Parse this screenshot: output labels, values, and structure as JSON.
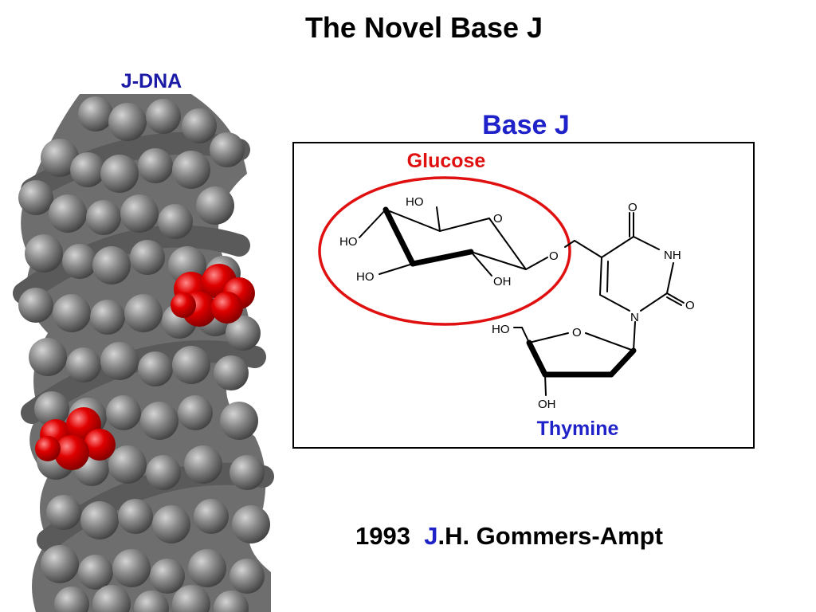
{
  "slide": {
    "title": "The Novel Base J",
    "dna_label": "J-DNA",
    "basej_heading": "Base J",
    "glucose_label": "Glucose",
    "thymine_label": "Thymine",
    "citation_year": "1993",
    "citation_j": "J",
    "citation_rest": ".H. Gommers-Ampt"
  },
  "atoms": {
    "ho_top": "HO",
    "ho_left": "HO",
    "ho_bottom": "HO",
    "oh_ring": "OH",
    "o_ring": "O",
    "o_link": "O",
    "o_carbonyl_top": "O",
    "nh": "NH",
    "o_carbonyl_right": "O",
    "n_ring": "N",
    "ho_sugar": "HO",
    "o_sugar": "O",
    "oh_sugar": "OH"
  },
  "colors": {
    "title": "#000000",
    "blue_label": "#1a1aa6",
    "heading_blue": "#1f22c8",
    "glucose_red": "#e01010",
    "dna_gray": "#7a7a7a",
    "dna_red": "#e00000"
  }
}
